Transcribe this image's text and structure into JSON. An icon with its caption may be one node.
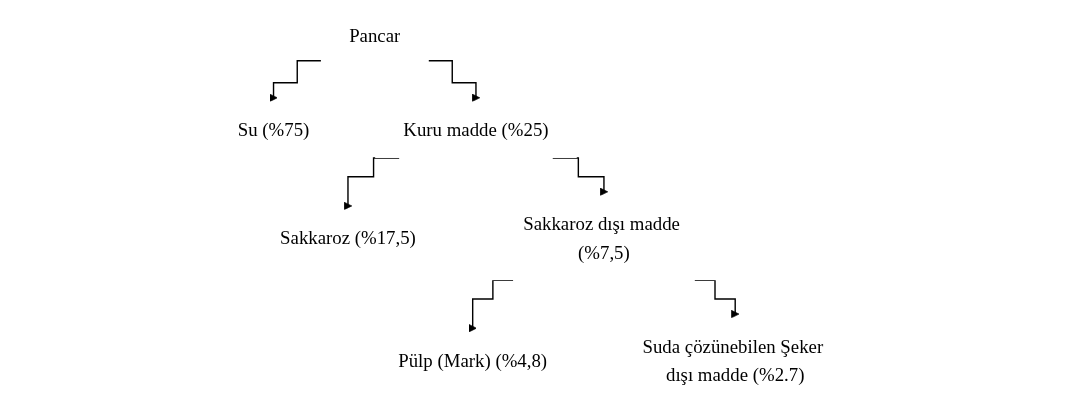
{
  "diagram": {
    "nodes": [
      {
        "text": [
          "Pancar"
        ]
      },
      {
        "text": [
          "Su (%75)"
        ]
      },
      {
        "text": [
          "Kuru madde (%25)"
        ]
      },
      {
        "text": [
          "Sakkaroz (%17,5)"
        ]
      },
      {
        "text": [
          "Sakkaroz dışı madde (%7,5)"
        ]
      },
      {
        "text": [
          "Pülp (Mark) (%4,8)"
        ]
      },
      {
        "text": [
          "Suda çözünebilen Şeker dışı madde (%2.7)"
        ]
      }
    ],
    "edges": [
      {
        "from": 0,
        "to": 1,
        "arrow": "to"
      },
      {
        "from": 0,
        "to": 2,
        "arrow": "to"
      },
      {
        "from": 2,
        "to": 3,
        "arrow": "to"
      },
      {
        "from": 2,
        "to": 4,
        "arrow": "to"
      },
      {
        "from": 4,
        "to": 5,
        "arrow": "to"
      },
      {
        "from": 4,
        "to": 6,
        "arrow": "to"
      }
    ]
  }
}
